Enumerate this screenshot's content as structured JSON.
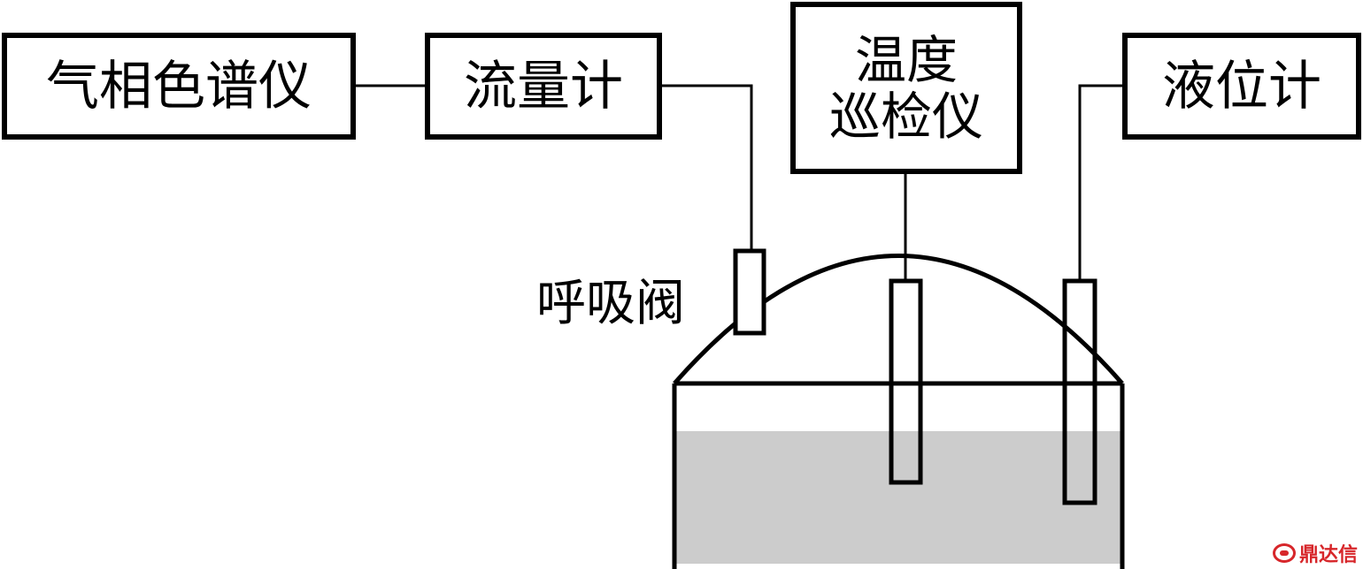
{
  "boxes": {
    "gc": "气相色谱仪",
    "flow": "流量计",
    "temp_line1": "温度",
    "temp_line2": "巡检仪",
    "level": "液位计"
  },
  "valve_label": "呼吸阀",
  "watermark": "鼎达信",
  "colors": {
    "stroke": "#000000",
    "liquid": "#cccccc",
    "watermark": "#d7262a"
  },
  "icons": {
    "watermark_logo": "brand-logo-icon"
  }
}
